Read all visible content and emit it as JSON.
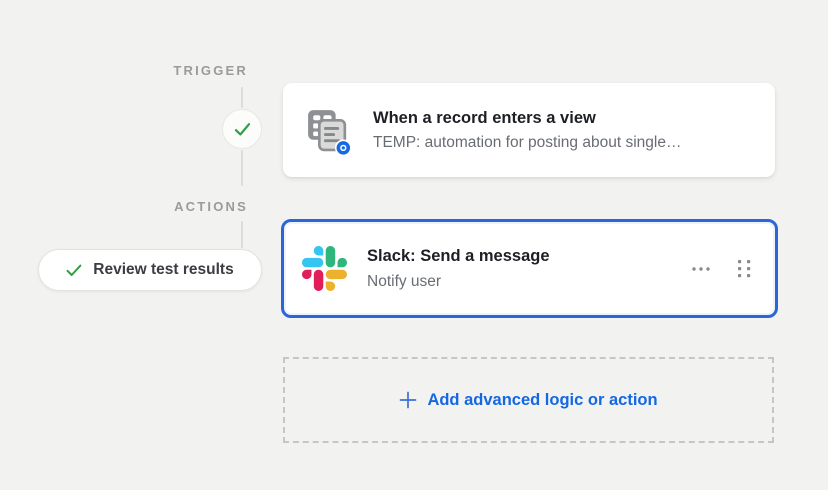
{
  "labels": {
    "trigger": "TRIGGER",
    "actions": "ACTIONS"
  },
  "trigger_card": {
    "title": "When a record enters a view",
    "subtitle": "TEMP: automation for posting about single…",
    "icon": "record-enters-view-icon",
    "status": "success"
  },
  "test_button": {
    "label": "Review test results",
    "icon": "check-icon"
  },
  "action_card": {
    "title": "Slack: Send a message",
    "subtitle": "Notify user",
    "icon": "slack-logo",
    "selected": true
  },
  "add_button": {
    "label": "Add advanced logic or action",
    "icon": "plus-icon"
  },
  "colors": {
    "background": "#f2f2f1",
    "accent_blue": "#166ee1",
    "selection_border_blue": "#2a65d9",
    "check_green": "#2f9e44",
    "slack_blue": "#36C5F0",
    "slack_green": "#2EB67D",
    "slack_red": "#E01E5A",
    "slack_yellow": "#ECB22E"
  }
}
